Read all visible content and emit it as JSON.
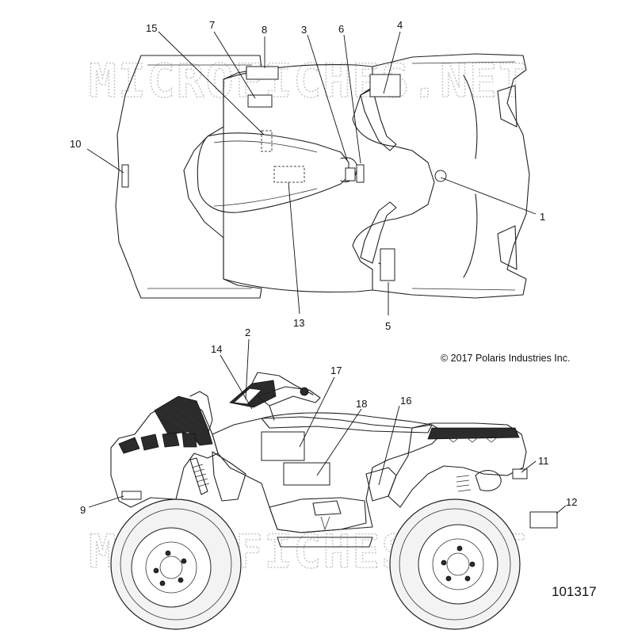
{
  "watermark": "MICROFICHES.NET",
  "copyright": "© 2017 Polaris Industries Inc.",
  "part_number": "101317",
  "callouts": [
    "1",
    "2",
    "3",
    "4",
    "5",
    "6",
    "7",
    "8",
    "9",
    "10",
    "11",
    "12",
    "13",
    "14",
    "15",
    "16",
    "17",
    "18"
  ],
  "colors": {
    "line": "#222222",
    "watermark": "#c8c8c8",
    "background": "#ffffff"
  }
}
